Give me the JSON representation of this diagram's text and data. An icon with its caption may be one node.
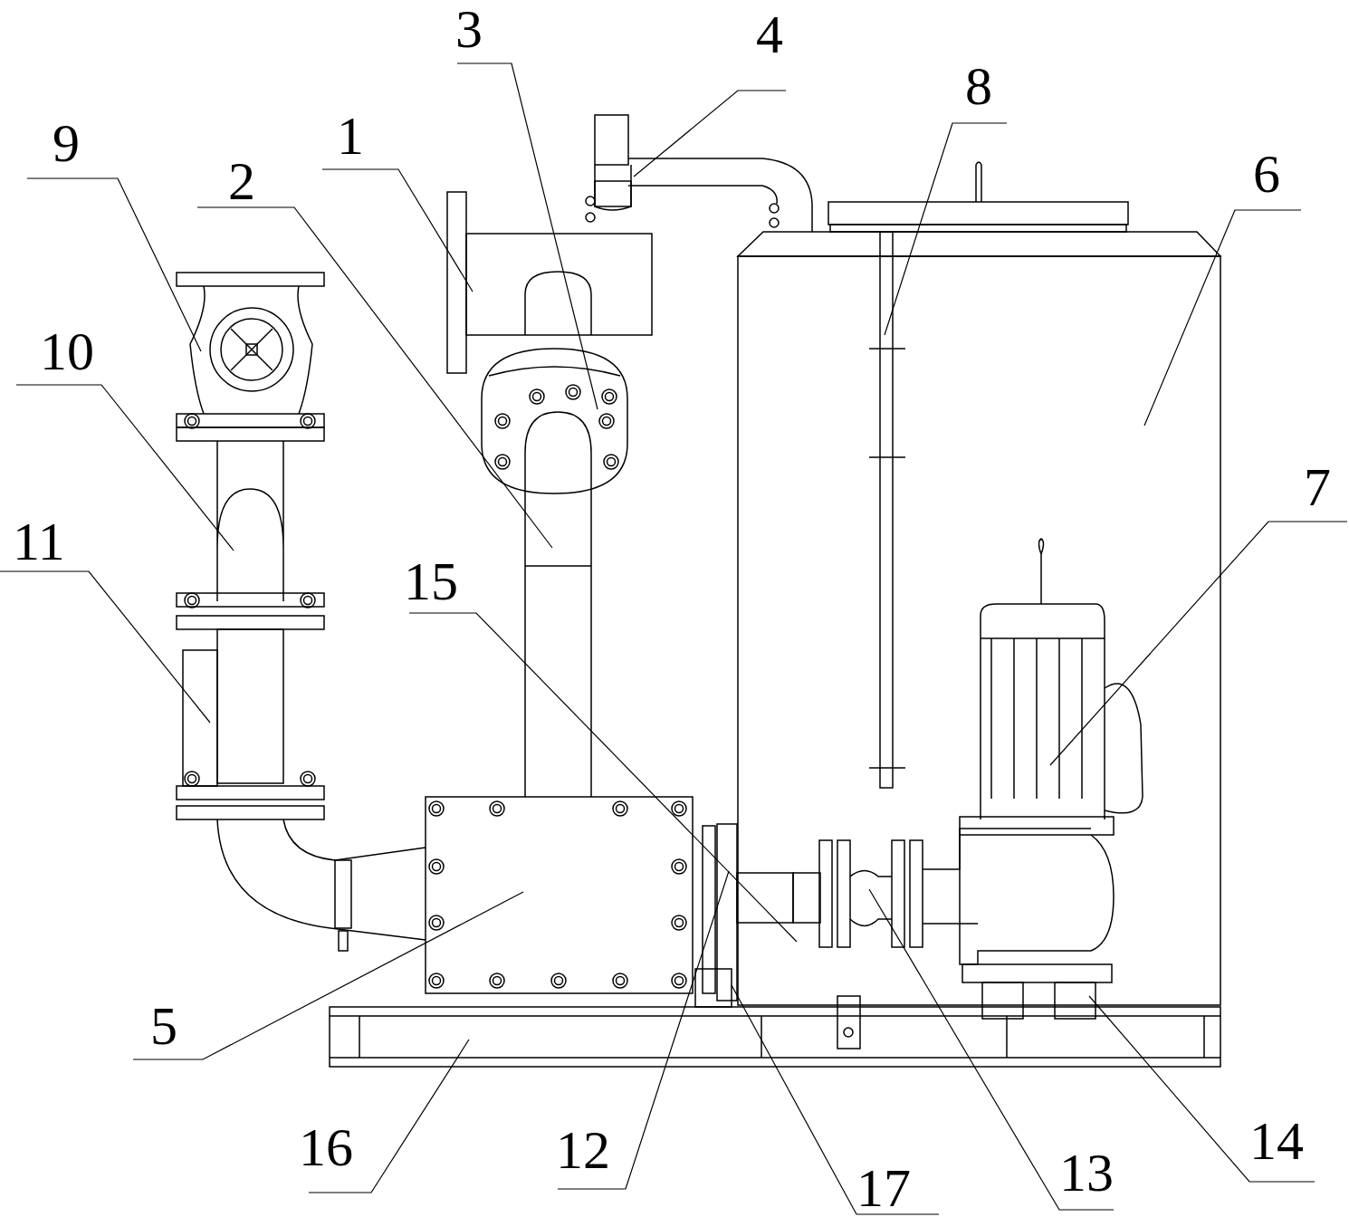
{
  "diagram": {
    "nodes": [
      {
        "text": [
          "3"
        ]
      },
      {
        "text": [
          "4"
        ]
      },
      {
        "text": [
          "8"
        ]
      },
      {
        "text": [
          "9"
        ]
      },
      {
        "text": [
          "1"
        ]
      },
      {
        "text": [
          "2"
        ]
      },
      {
        "text": [
          "6"
        ]
      },
      {
        "text": [
          "10"
        ]
      },
      {
        "text": [
          "7"
        ]
      },
      {
        "text": [
          "11"
        ]
      },
      {
        "text": [
          "15"
        ]
      },
      {
        "text": [
          "5"
        ]
      },
      {
        "text": [
          "16"
        ]
      },
      {
        "text": [
          "12"
        ]
      },
      {
        "text": [
          "14"
        ]
      },
      {
        "text": [
          "13"
        ]
      },
      {
        "text": [
          "17"
        ]
      }
    ],
    "edges": [
      {
        "from": 0,
        "to": null,
        "arrow": "none"
      },
      {
        "from": 1,
        "to": null,
        "arrow": "none"
      },
      {
        "from": 2,
        "to": null,
        "arrow": "none"
      },
      {
        "from": 3,
        "to": null,
        "arrow": "none"
      },
      {
        "from": 4,
        "to": null,
        "arrow": "none"
      },
      {
        "from": 5,
        "to": null,
        "arrow": "none"
      },
      {
        "from": 6,
        "to": null,
        "arrow": "none"
      },
      {
        "from": 7,
        "to": null,
        "arrow": "none"
      },
      {
        "from": 8,
        "to": null,
        "arrow": "none"
      },
      {
        "from": 9,
        "to": null,
        "arrow": "none"
      },
      {
        "from": 10,
        "to": null,
        "arrow": "none"
      },
      {
        "from": 11,
        "to": null,
        "arrow": "none"
      },
      {
        "from": 12,
        "to": null,
        "arrow": "none"
      },
      {
        "from": 13,
        "to": null,
        "arrow": "none"
      },
      {
        "from": 14,
        "to": null,
        "arrow": "none"
      },
      {
        "from": 15,
        "to": null,
        "arrow": "none"
      },
      {
        "from": 16,
        "to": null,
        "arrow": "none"
      }
    ]
  }
}
